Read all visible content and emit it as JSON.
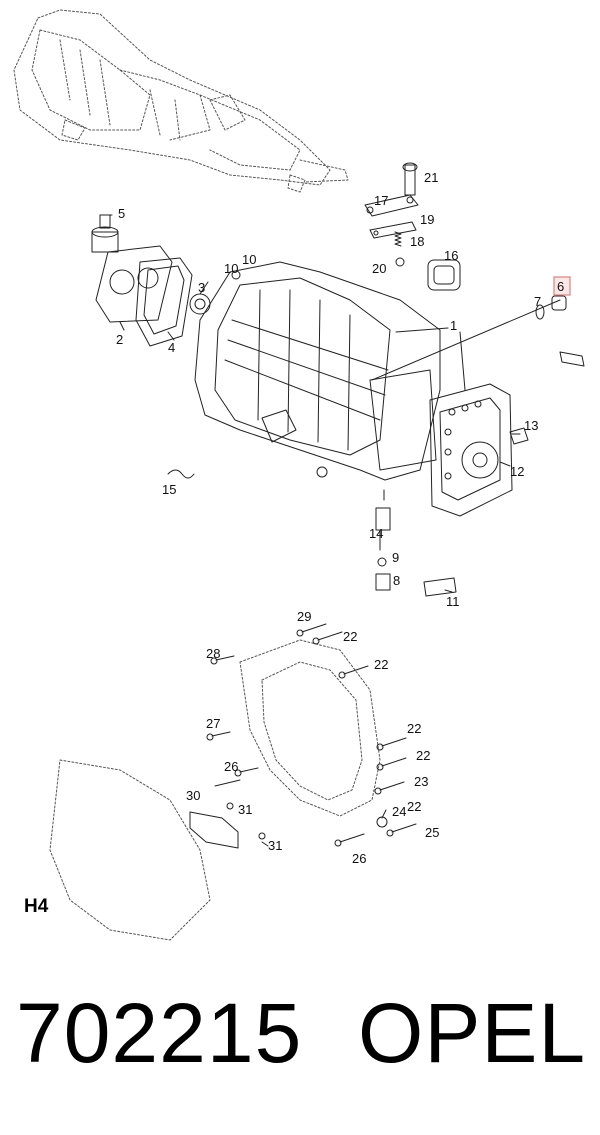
{
  "diagram": {
    "page_code": "H4",
    "highlighted_callout": "6",
    "callouts": [
      "1",
      "2",
      "3",
      "4",
      "5",
      "6",
      "7",
      "8",
      "9",
      "10",
      "10",
      "11",
      "12",
      "13",
      "14",
      "15",
      "16",
      "17",
      "18",
      "19",
      "20",
      "21",
      "22",
      "22",
      "22",
      "22",
      "22",
      "23",
      "24",
      "25",
      "26",
      "26",
      "27",
      "28",
      "29",
      "30",
      "31",
      "31"
    ]
  },
  "footer": {
    "part_number": "702215",
    "brand": "OPEL"
  }
}
